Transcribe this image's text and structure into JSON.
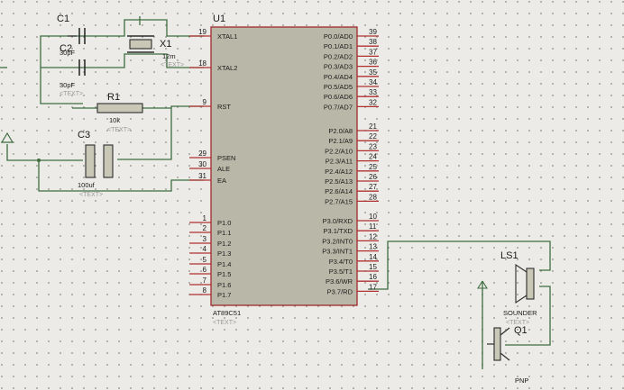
{
  "chip": {
    "ref": "U1",
    "part": "AT89C51",
    "text_placeholder": "<TEXT>",
    "left_pins": [
      {
        "num": "19",
        "name": "XTAL1"
      },
      {
        "num": "18",
        "name": "XTAL2"
      },
      {
        "num": "9",
        "name": "RST"
      },
      {
        "num": "29",
        "name": "PSEN"
      },
      {
        "num": "30",
        "name": "ALE"
      },
      {
        "num": "31",
        "name": "EA"
      },
      {
        "num": "1",
        "name": "P1.0"
      },
      {
        "num": "2",
        "name": "P1.1"
      },
      {
        "num": "3",
        "name": "P1.2"
      },
      {
        "num": "4",
        "name": "P1.3"
      },
      {
        "num": "5",
        "name": "P1.4"
      },
      {
        "num": "6",
        "name": "P1.5"
      },
      {
        "num": "7",
        "name": "P1.6"
      },
      {
        "num": "8",
        "name": "P1.7"
      }
    ],
    "right_pins": [
      {
        "num": "39",
        "name": "P0.0/AD0"
      },
      {
        "num": "38",
        "name": "P0.1/AD1"
      },
      {
        "num": "37",
        "name": "P0.2/AD2"
      },
      {
        "num": "36",
        "name": "P0.3/AD3"
      },
      {
        "num": "35",
        "name": "P0.4/AD4"
      },
      {
        "num": "34",
        "name": "P0.5/AD5"
      },
      {
        "num": "33",
        "name": "P0.6/AD6"
      },
      {
        "num": "32",
        "name": "P0.7/AD7"
      },
      {
        "num": "21",
        "name": "P2.0/A8"
      },
      {
        "num": "22",
        "name": "P2.1/A9"
      },
      {
        "num": "23",
        "name": "P2.2/A10"
      },
      {
        "num": "24",
        "name": "P2.3/A11"
      },
      {
        "num": "25",
        "name": "P2.4/A12"
      },
      {
        "num": "26",
        "name": "P2.5/A13"
      },
      {
        "num": "27",
        "name": "P2.6/A14"
      },
      {
        "num": "28",
        "name": "P2.7/A15"
      },
      {
        "num": "10",
        "name": "P3.0/RXD"
      },
      {
        "num": "11",
        "name": "P3.1/TXD"
      },
      {
        "num": "12",
        "name": "P3.2/INT0"
      },
      {
        "num": "13",
        "name": "P3.3/INT1"
      },
      {
        "num": "14",
        "name": "P3.4/T0"
      },
      {
        "num": "15",
        "name": "P3.5/T1"
      },
      {
        "num": "16",
        "name": "P3.6/WR"
      },
      {
        "num": "17",
        "name": "P3.7/RD"
      }
    ]
  },
  "components": {
    "c1": {
      "ref": "C1",
      "value": "30pF"
    },
    "c2": {
      "ref": "C2",
      "value": "30pF",
      "text": "<TEXT>"
    },
    "x1": {
      "ref": "X1",
      "value": "12m",
      "text": "<TEXT>"
    },
    "r1": {
      "ref": "R1",
      "value": "10k",
      "text": "<TEXT>"
    },
    "c3": {
      "ref": "C3",
      "value": "100uf",
      "text": "<TEXT>"
    },
    "ls1": {
      "ref": "LS1",
      "value": "SOUNDER",
      "text": "<TEXT>"
    },
    "q1": {
      "ref": "Q1",
      "value": "PNP"
    }
  }
}
